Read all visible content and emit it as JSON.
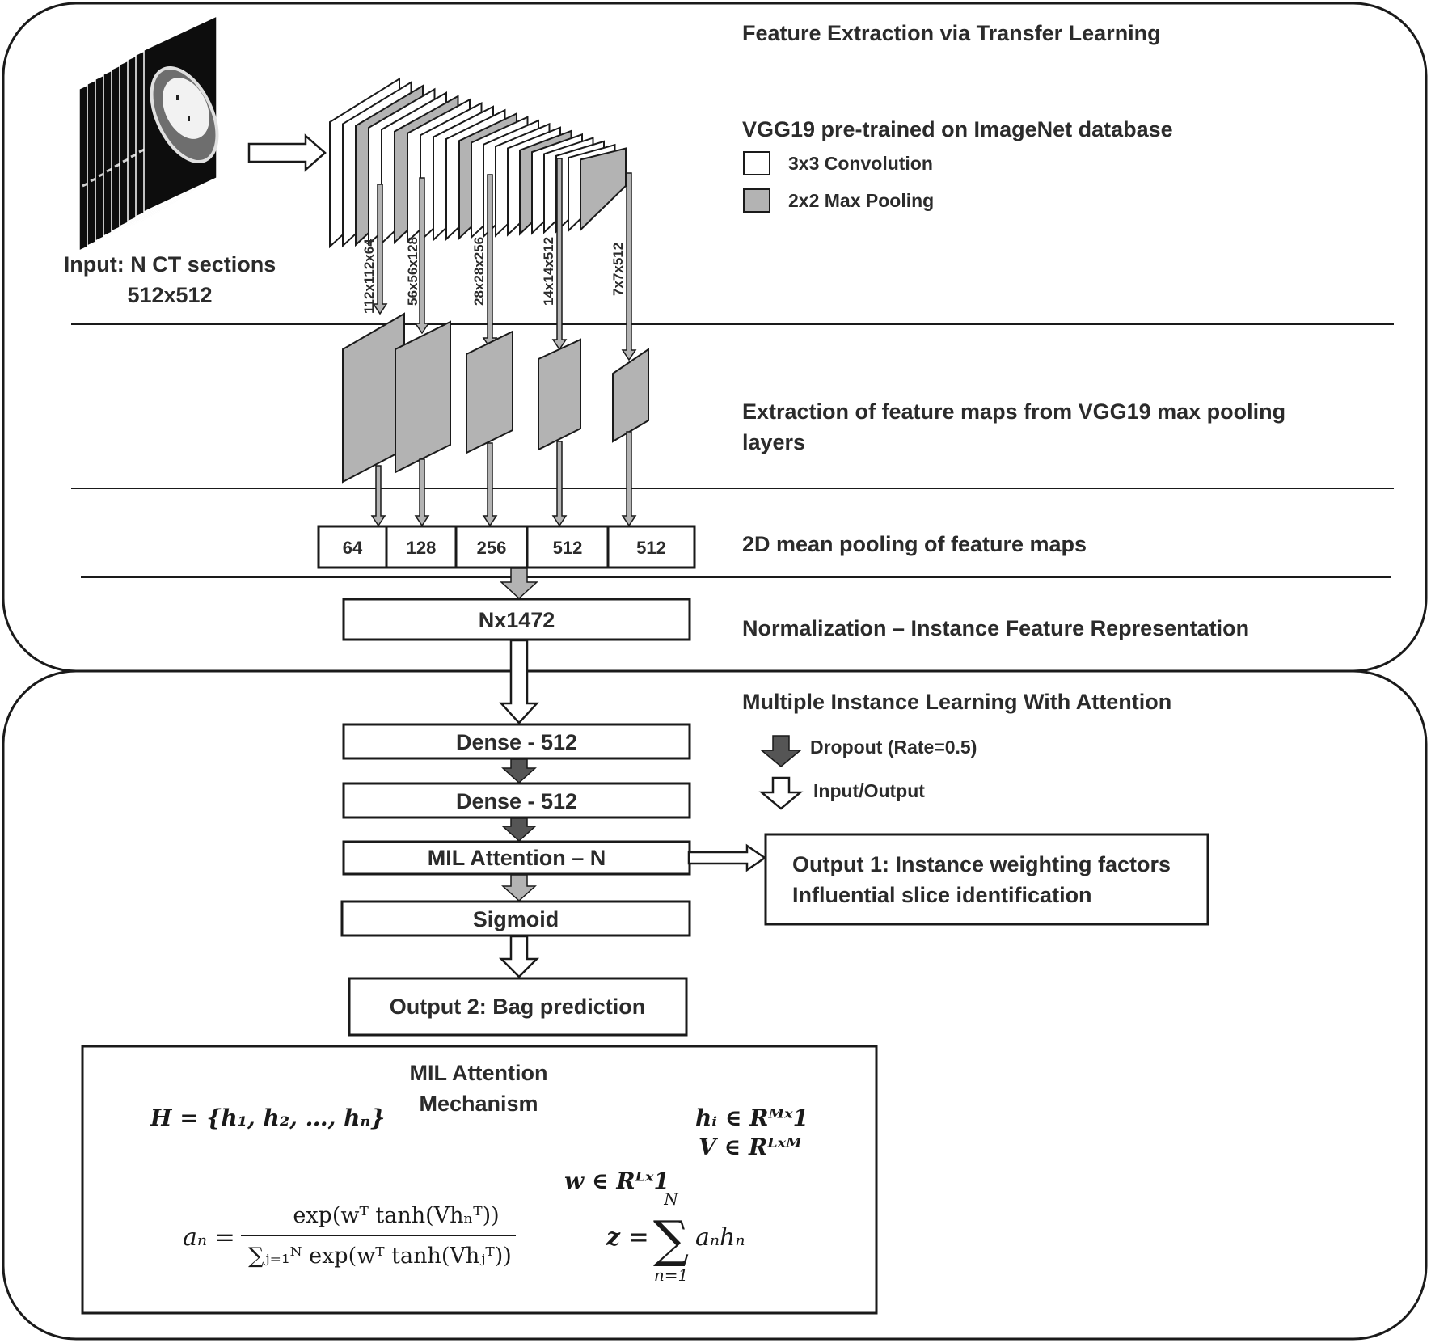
{
  "top_section": {
    "title": "Feature Extraction via Transfer Learning",
    "input_label_1": "Input: N CT sections",
    "input_label_2": "512x512",
    "vgg_title": "VGG19 pre-trained on ImageNet database",
    "legend_conv": "3x3 Convolution",
    "legend_pool": "2x2 Max Pooling",
    "dims": [
      "112x112x64",
      "56x56x128",
      "28x28x256",
      "14x14x512",
      "7x7x512"
    ],
    "extraction_1": "Extraction of feature maps from VGG19 max pooling",
    "extraction_2": "layers",
    "mean_pool_label": "2D mean pooling  of feature maps",
    "pool_values": [
      "64",
      "128",
      "256",
      "512",
      "512"
    ],
    "norm_box": "Nx1472",
    "norm_label": "Normalization – Instance Feature Representation"
  },
  "bottom_section": {
    "title": "Multiple Instance Learning With Attention",
    "legend_dropout": "Dropout (Rate=0.5)",
    "legend_io": "Input/Output",
    "dense1": "Dense - 512",
    "dense2": "Dense - 512",
    "attention": "MIL Attention – N",
    "sigmoid": "Sigmoid",
    "output1_line1": "Output 1: Instance weighting factors",
    "output1_line2": "Influential slice identification",
    "output2": "Output 2: Bag prediction"
  },
  "mechanism": {
    "title_1": "MIL Attention",
    "title_2": "Mechanism",
    "H_def": "H = {h₁, h₂, …, hₙ}",
    "h_space": "hᵢ ∈ Rᴹˣ1",
    "V_space": "V ∈ Rᴸˣᴹ",
    "w_space": "w ∈ Rᴸˣ1",
    "a_lhs": "aₙ =",
    "a_num": "exp(wᵀ tanh(Vhₙᵀ))",
    "a_den": "∑ⱼ₌₁ᴺ exp(wᵀ tanh(Vhⱼᵀ))",
    "z_lhs": "z =",
    "z_sum": "∑",
    "z_top": "N",
    "z_bot": "n=1",
    "z_term": "aₙhₙ"
  }
}
